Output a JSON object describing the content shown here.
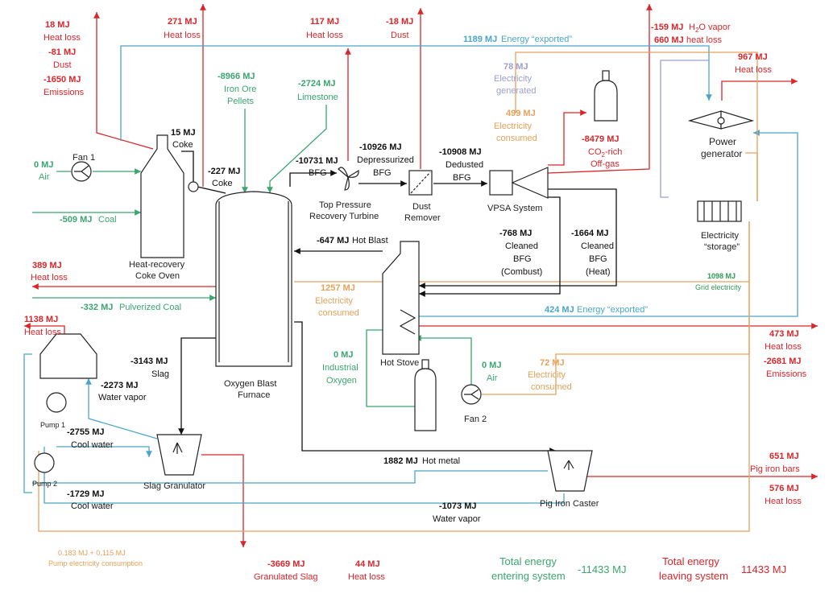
{
  "colors": {
    "red": "#d9262b",
    "green": "#3aa571",
    "blue": "#4aa6c8",
    "orange": "#e6a15a",
    "purple": "#9b9fd0",
    "black": "#111111",
    "dark_green": "#2e9b55"
  },
  "units": {
    "fan1": "Fan 1",
    "fan2": "Fan 2",
    "coke_oven": [
      "Heat-recovery",
      "Coke Oven"
    ],
    "furnace": [
      "Oxygen Blast",
      "Furnace"
    ],
    "turbine": [
      "Top Pressure",
      "Recovery Turbine"
    ],
    "dust_remover": [
      "Dust",
      "Remover"
    ],
    "vpsa": "VPSA System",
    "power_generator": [
      "Power",
      "generator"
    ],
    "electricity_storage": [
      "Electricity",
      "“storage”"
    ],
    "hot_stove": "Hot Stove",
    "pump1": "Pump 1",
    "pump2": "Pump 2",
    "slag_granulator": "Slag Granulator",
    "pig_iron_caster": "Pig Iron Caster"
  },
  "flows": {
    "coke_oven_heat_loss": {
      "value": "18 MJ",
      "label": "Heat loss"
    },
    "coke_oven_dust": {
      "value": "-81 MJ",
      "label": "Dust"
    },
    "coke_oven_emissions": {
      "value": "-1650 MJ",
      "label": "Emissions"
    },
    "air_fan1": {
      "value": "0 MJ",
      "label": "Air"
    },
    "coke_15": {
      "value": "15 MJ",
      "label": "Coke"
    },
    "heat_loss_271": {
      "value": "271 MJ",
      "label": "Heat loss"
    },
    "coke_227": {
      "value": "-227 MJ",
      "label": "Coke"
    },
    "iron_ore": {
      "value": "-8966 MJ",
      "label1": "Iron Ore",
      "label2": "Pellets"
    },
    "limestone": {
      "value": "-2724 MJ",
      "label": "Limestone"
    },
    "heat_loss_117": {
      "value": "117 MJ",
      "label": "Heat loss"
    },
    "dust_18": {
      "value": "-18 MJ",
      "label": "Dust"
    },
    "energy_exported_1189": {
      "value": "1189 MJ",
      "label": "Energy “exported”"
    },
    "h2o_vapor_159": {
      "value": "-159 MJ",
      "label_pre": "H",
      "label_sub": "2",
      "label_post": "O vapor"
    },
    "heat_loss_660": {
      "value": "660 MJ",
      "label": "heat loss"
    },
    "heat_loss_967": {
      "value": "967 MJ",
      "label": "Heat loss"
    },
    "electricity_generated": {
      "value": "78 MJ",
      "label1": "Electricity",
      "label2": "generated"
    },
    "electricity_consumed_499": {
      "value": "499 MJ",
      "label1": "Electricity",
      "label2": "consumed"
    },
    "co2_offgas": {
      "value": "-8479 MJ",
      "label_pre": "CO",
      "label_sub": "2",
      "label_post": "-rich",
      "label2": "Off-gas"
    },
    "bfg_10731": {
      "value": "-10731 MJ",
      "label": "BFG"
    },
    "depressurized_bfg": {
      "value": "-10926 MJ",
      "label1": "Depressurized",
      "label2": "BFG"
    },
    "dedusted_bfg": {
      "value": "-10908 MJ",
      "label1": "Dedusted",
      "label2": "BFG"
    },
    "coal_509": {
      "value": "-509 MJ",
      "label": "Coal"
    },
    "hot_blast": {
      "value": "-647 MJ",
      "label": "Hot Blast"
    },
    "cleaned_bfg_combust": {
      "value": "-768 MJ",
      "label1": "Cleaned",
      "label2": "BFG",
      "label3": "(Combust)"
    },
    "cleaned_bfg_heat": {
      "value": "-1664 MJ",
      "label1": "Cleaned",
      "label2": "BFG",
      "label3": "(Heat)"
    },
    "heat_loss_389": {
      "value": "389 MJ",
      "label": "Heat loss"
    },
    "electricity_consumed_1257": {
      "value": "1257 MJ",
      "label1": "Electricity",
      "label2": "consumed"
    },
    "grid_electricity": {
      "value": "1098 MJ",
      "label": "Grid electricity"
    },
    "pulverized_coal": {
      "value": "-332 MJ",
      "label": "Pulverized Coal"
    },
    "energy_exported_424": {
      "value": "424 MJ",
      "label": "Energy “exported”"
    },
    "heat_loss_1138": {
      "value": "1138 MJ",
      "label": "Heat loss"
    },
    "heat_loss_473": {
      "value": "473 MJ",
      "label": "Heat loss"
    },
    "emissions_2681": {
      "value": "-2681 MJ",
      "label": "Emissions"
    },
    "slag_3143": {
      "value": "-3143 MJ",
      "label": "Slag"
    },
    "water_vapor_2273": {
      "value": "-2273 MJ",
      "label": "Water vapor"
    },
    "industrial_oxygen": {
      "value": "0 MJ",
      "label1": "Industrial",
      "label2": "Oxygen"
    },
    "air_fan2": {
      "value": "0 MJ",
      "label": "Air"
    },
    "electricity_consumed_72": {
      "value": "72 MJ",
      "label1": "Electricity",
      "label2": "consumed"
    },
    "cool_water_2755": {
      "value": "-2755 MJ",
      "label": "Cool water"
    },
    "hot_metal": {
      "value": "1882 MJ",
      "label": "Hot metal"
    },
    "pig_iron_bars": {
      "value": "651 MJ",
      "label": "Pig iron bars"
    },
    "heat_loss_576": {
      "value": "576 MJ",
      "label": "Heat loss"
    },
    "cool_water_1729": {
      "value": "-1729 MJ",
      "label": "Cool water"
    },
    "water_vapor_1073": {
      "value": "-1073 MJ",
      "label": "Water vapor"
    },
    "pump_electricity": {
      "value": "0.183 MJ + 0.115 MJ",
      "label": "Pump electricity consumption"
    },
    "granulated_slag": {
      "value": "-3669 MJ",
      "label": "Granulated Slag"
    },
    "heat_loss_44": {
      "value": "44 MJ",
      "label": "Heat loss"
    }
  },
  "totals": {
    "entering_label1": "Total energy",
    "entering_label2": "entering system",
    "entering_value": "-11433 MJ",
    "leaving_label1": "Total energy",
    "leaving_label2": "leaving system",
    "leaving_value": "11433 MJ"
  }
}
